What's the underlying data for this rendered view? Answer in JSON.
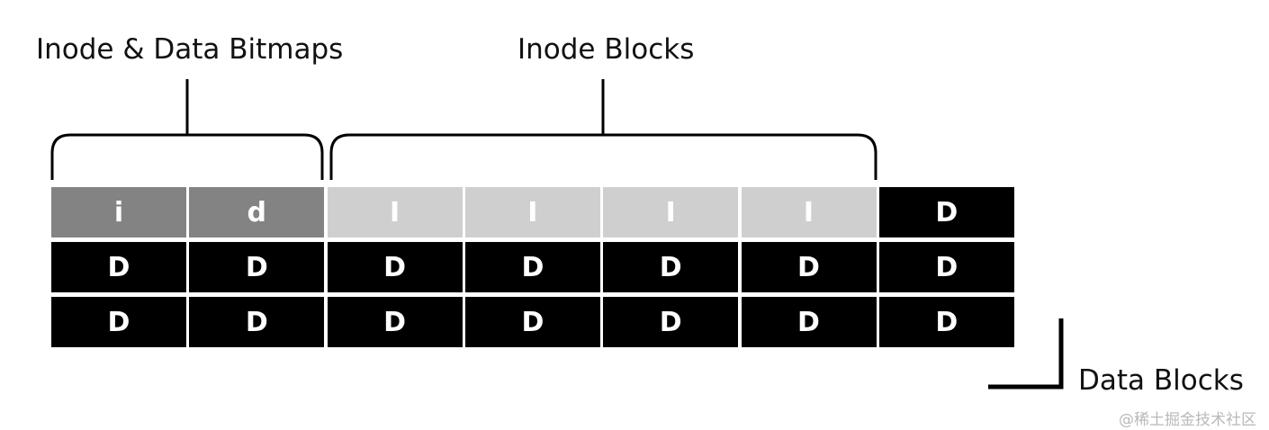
{
  "labels": {
    "bitmaps": "Inode & Data Bitmaps",
    "inode_blocks": "Inode Blocks",
    "data_blocks": "Data Blocks"
  },
  "grid": {
    "rows": [
      [
        "i",
        "d",
        "I",
        "I",
        "I",
        "I",
        "D"
      ],
      [
        "D",
        "D",
        "D",
        "D",
        "D",
        "D",
        "D"
      ],
      [
        "D",
        "D",
        "D",
        "D",
        "D",
        "D",
        "D"
      ]
    ],
    "fills": [
      [
        "mid",
        "mid",
        "light",
        "light",
        "light",
        "light",
        "dark"
      ],
      [
        "dark",
        "dark",
        "dark",
        "dark",
        "dark",
        "dark",
        "dark"
      ],
      [
        "dark",
        "dark",
        "dark",
        "dark",
        "dark",
        "dark",
        "dark"
      ]
    ]
  },
  "colors": {
    "bitmap_block": "#838383",
    "inode_block": "#cfcfcf",
    "data_block": "#000000",
    "block_text": "#ffffff"
  },
  "watermark": "@稀土掘金技术社区"
}
